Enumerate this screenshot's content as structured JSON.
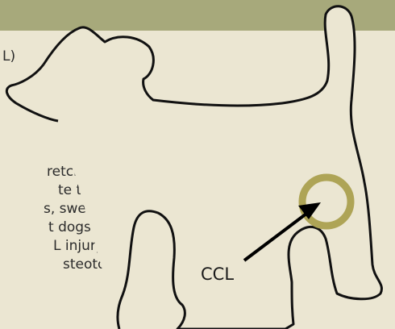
{
  "text_fragments": {
    "line1": "L)",
    "line2": "retching",
    "line3": "te  tears",
    "line4": "s,  swelling",
    "line5": "t  dogs. The",
    "line6": "L  injury is",
    "line7": "steotomy"
  },
  "labels": {
    "ccl": "CCL"
  },
  "colors": {
    "background": "#ebe6d2",
    "header_band": "#a7a97b",
    "outline": "#111111",
    "joint_ring": "#aea456",
    "arrow": "#000000"
  }
}
